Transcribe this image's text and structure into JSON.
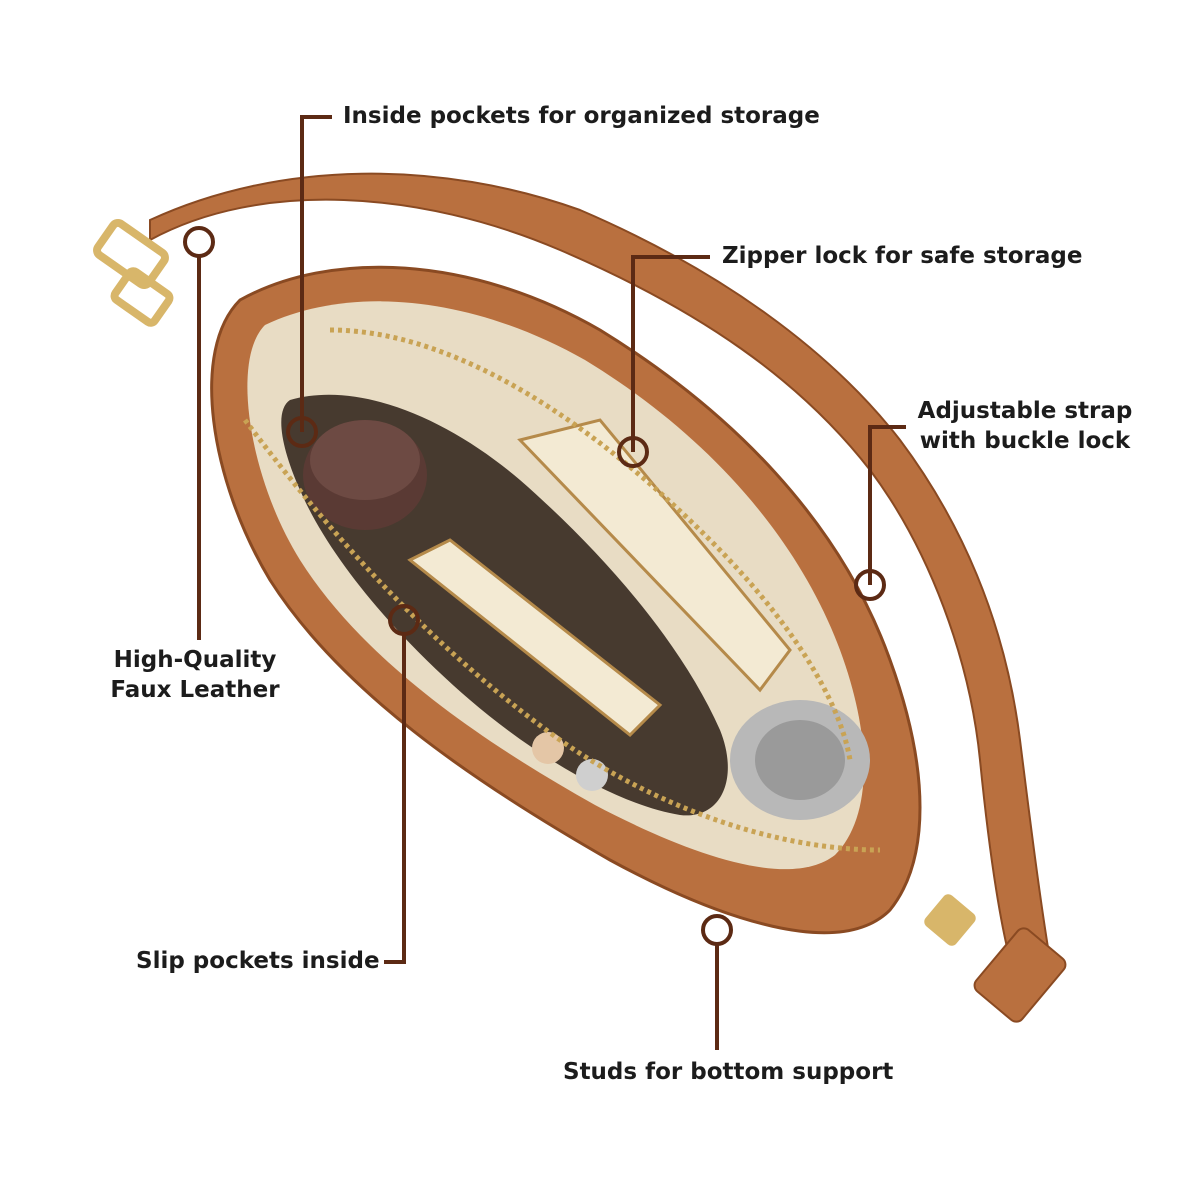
{
  "colors": {
    "leader": "#5c2a14",
    "leather": "#b9703f",
    "leather_dark": "#8a4a22",
    "lining": "#e8dcc4",
    "background": "#ffffff"
  },
  "callouts": {
    "inside_pockets": "Inside pockets for organized storage",
    "zipper_lock": "Zipper lock for safe storage",
    "adjustable_strap": [
      "Adjustable strap",
      "with buckle lock"
    ],
    "faux_leather": [
      "High-Quality",
      "Faux Leather"
    ],
    "slip_pockets": "Slip pockets inside",
    "studs": "Studs for bottom support"
  },
  "product_image": {
    "subject": "tan-faux-leather-hobo-bag-top-view",
    "icons": [
      "buckle-icon",
      "zipper-icon",
      "bottle-icon",
      "book-icon",
      "lipstick-icon"
    ]
  }
}
